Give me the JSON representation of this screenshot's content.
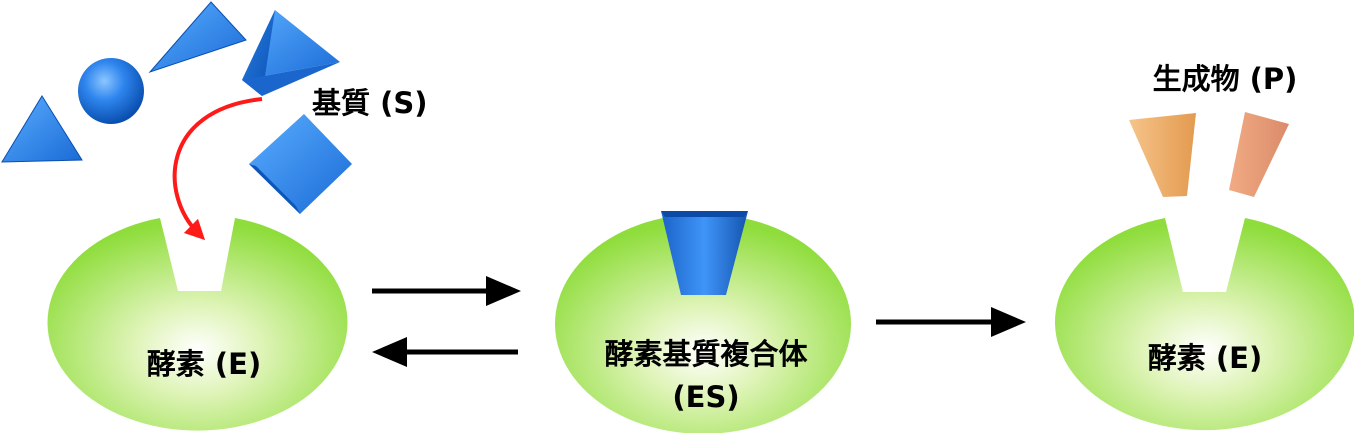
{
  "labels": {
    "substrate": "基質 (S)",
    "enzyme_left": "酵素 (E)",
    "complex_line1": "酵素基質複合体",
    "complex_line2": "(ES)",
    "enzyme_right": "酵素 (E)",
    "product": "生成物 (P)"
  },
  "colors": {
    "enzyme_center": "#ffffff",
    "enzyme_edge": "#8fdd3c",
    "substrate_light": "#4da3ff",
    "substrate_dark": "#0a4fb0",
    "product_left": "#f0b068",
    "product_right": "#e9a07a",
    "binding_arrow": "#ff1a1a",
    "reaction_arrow": "#000000"
  },
  "icons": {
    "substrate_shapes": [
      "triangle",
      "sphere",
      "triangle",
      "tetrahedron",
      "cube"
    ],
    "reaction_arrows": [
      "forward",
      "reverse",
      "forward"
    ]
  }
}
